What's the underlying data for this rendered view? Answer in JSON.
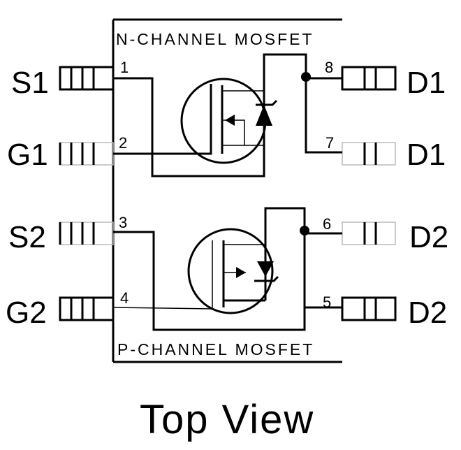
{
  "header": {
    "top_label": "N-CHANNEL MOSFET"
  },
  "footer": {
    "bottom_label": "P-CHANNEL MOSFET"
  },
  "left_pins": [
    {
      "name": "S1",
      "number": "1"
    },
    {
      "name": "G1",
      "number": "2"
    },
    {
      "name": "S2",
      "number": "3"
    },
    {
      "name": "G2",
      "number": "4"
    }
  ],
  "right_pins": [
    {
      "name": "D1",
      "number": "8"
    },
    {
      "name": "D1",
      "number": "7"
    },
    {
      "name": "D2",
      "number": "6"
    },
    {
      "name": "D2",
      "number": "5"
    }
  ],
  "caption": "Top View"
}
